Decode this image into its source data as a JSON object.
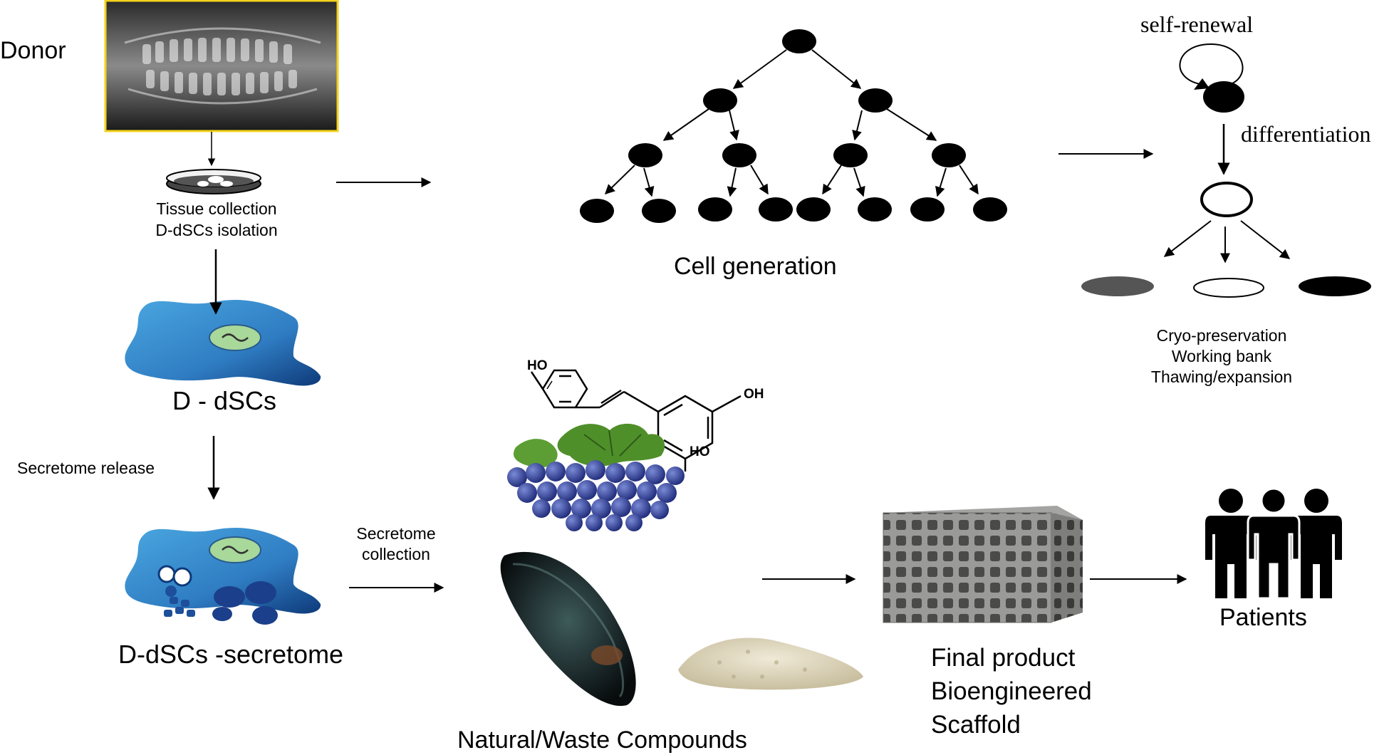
{
  "labels": {
    "donor": "Donor",
    "tissue_collection": "Tissue collection",
    "isolation": "D-dSCs isolation",
    "cell_generation": "Cell generation",
    "self_renewal": "self-renewal",
    "differentiation": "differentiation",
    "cryo_preservation": "Cryo-preservation",
    "working_bank": "Working bank",
    "thawing_expansion": "Thawing/expansion",
    "d_dscs": "D - dSCs",
    "secretome_release": "Secretome release",
    "secretome_collection_1": "Secretome",
    "secretome_collection_2": "collection",
    "d_dscs_secretome": "D-dSCs -secretome",
    "natural_waste": "Natural/Waste Compounds",
    "final_product": "Final product",
    "bioengineered": "Bioengineered",
    "scaffold": "Scaffold",
    "patients": "Patients",
    "chem_ho_top": "HO",
    "chem_oh_right": "OH",
    "chem_ho_bottom": "HO"
  },
  "colors": {
    "xray_border": "#f2d21c",
    "cell_blue": "#3a8fd0",
    "nucleus_green": "#a8d89a",
    "grape": "#2c3f9a",
    "leaf": "#4f8f2a",
    "mussel": "#1d2a2c",
    "powder": "#ddd6c0",
    "scaffold": "#8a8a88",
    "gray_cell": "#555555"
  }
}
